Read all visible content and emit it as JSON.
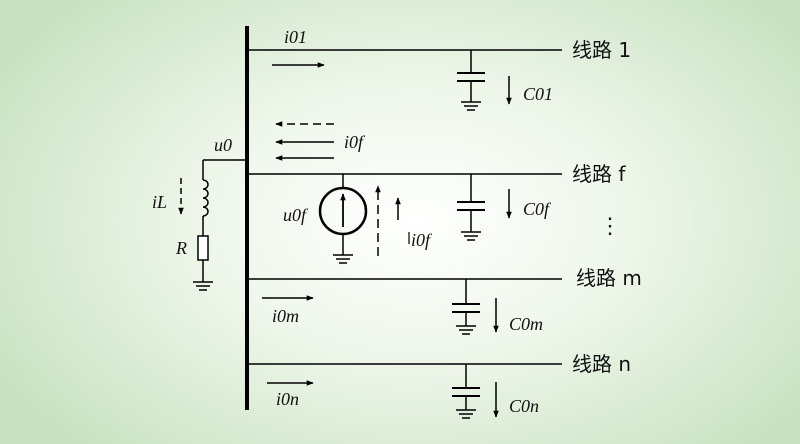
{
  "labels": {
    "line_1": "线路 1",
    "line_f": "线路 f",
    "line_m": "线路 m",
    "line_n": "线路 n",
    "current_01": "i01",
    "current_0f_top": "i0f",
    "current_0f_side": "i0f",
    "current_0m": "i0m",
    "current_0n": "i0n",
    "current_L": "iL",
    "cap_01": "C01",
    "cap_0f": "C0f",
    "cap_0m": "C0m",
    "cap_0n": "C0n",
    "voltage_u0": "u0",
    "voltage_u0f": "u0f",
    "resistor_R": "R",
    "ellipsis": "⋮"
  }
}
